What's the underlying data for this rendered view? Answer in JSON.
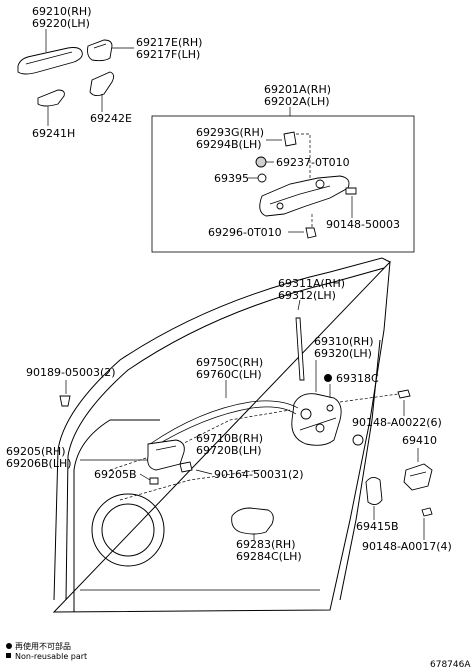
{
  "labels": {
    "p69210": "69210(RH)",
    "p69220": "69220(LH)",
    "p69217E": "69217E(RH)",
    "p69217F": "69217F(LH)",
    "p69241H": "69241H",
    "p69242E": "69242E",
    "p69201A": "69201A(RH)",
    "p69202A": "69202A(LH)",
    "p69293G": "69293G(RH)",
    "p69294B": "69294B(LH)",
    "p69237": "69237-0T010",
    "p69395": "69395",
    "p90148_50003": "90148-50003",
    "p69296": "69296-0T010",
    "p69311A": "69311A(RH)",
    "p69312": "69312(LH)",
    "p69310": "69310(RH)",
    "p69320": "69320(LH)",
    "p90189": "90189-05003(2)",
    "p69750C": "69750C(RH)",
    "p69760C": "69760C(LH)",
    "p69318C": "69318C",
    "p90148_A0022": "90148-A0022(6)",
    "p69410": "69410",
    "p69205": "69205(RH)",
    "p69206B": "69206B(LH)",
    "p69710B": "69710B(RH)",
    "p69720B": "69720B(LH)",
    "p69205B": "69205B",
    "p90164": "90164-50031(2)",
    "p69415B": "69415B",
    "p69283": "69283(RH)",
    "p69284C": "69284C(LH)",
    "p90148_A0017": "90148-A0017(4)"
  },
  "legend": {
    "text_jp": "再使用不可部品",
    "text_en": "Non-reusable part"
  },
  "ref_code": "678746A",
  "colors": {
    "line": "#000000",
    "fill": "#ffffff",
    "shade": "#cfcfcf"
  }
}
